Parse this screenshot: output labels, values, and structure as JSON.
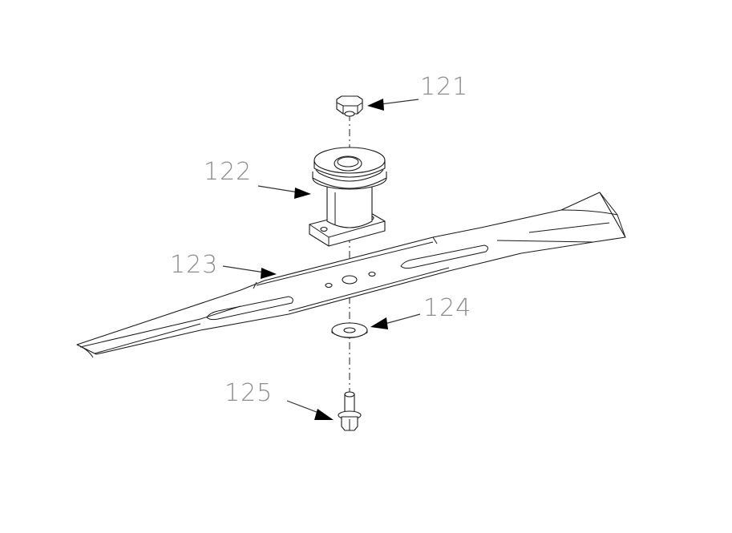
{
  "callouts": [
    {
      "id": "121",
      "label": "121",
      "part": "hex-nut"
    },
    {
      "id": "122",
      "label": "122",
      "part": "blade-adapter-pulley"
    },
    {
      "id": "123",
      "label": "123",
      "part": "mower-blade"
    },
    {
      "id": "124",
      "label": "124",
      "part": "washer"
    },
    {
      "id": "125",
      "label": "125",
      "part": "flange-bolt"
    }
  ],
  "colors": {
    "background": "#ffffff",
    "linework": "#1a1a1a",
    "callout_text": "#8c8c8c",
    "arrowhead": "#000000"
  }
}
